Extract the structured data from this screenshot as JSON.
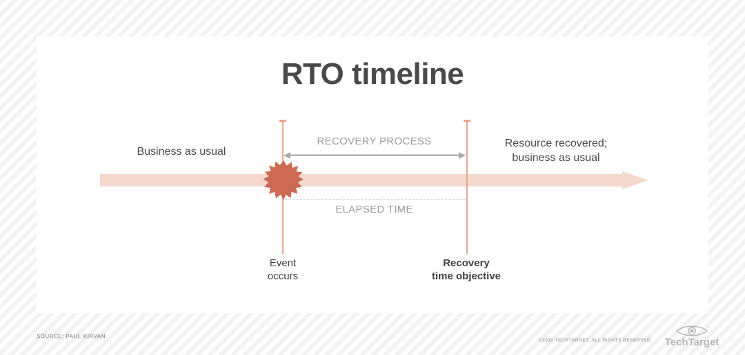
{
  "title": "RTO timeline",
  "diagram": {
    "left_label": "Business as usual",
    "right_label_line1": "Resource recovered;",
    "right_label_line2": "business as usual",
    "recovery_label": "RECOVERY PROCESS",
    "elapsed_label": "ELAPSED TIME",
    "event_label_line1": "Event",
    "event_label_line2": "occurs",
    "rto_label_line1": "Recovery",
    "rto_label_line2": "time objective"
  },
  "footer": {
    "source": "SOURCE: PAUL KIRVAN",
    "copyright": "©2020 TECHTARGET. ALL RIGHTS RESERVED",
    "logo_text": "TechTarget"
  },
  "colors": {
    "starburst": "#cc6a53",
    "timeline": "#f4d7cd",
    "vline": "#e8a791",
    "title": "#4a4a4c",
    "muted": "#9b9b9b"
  }
}
